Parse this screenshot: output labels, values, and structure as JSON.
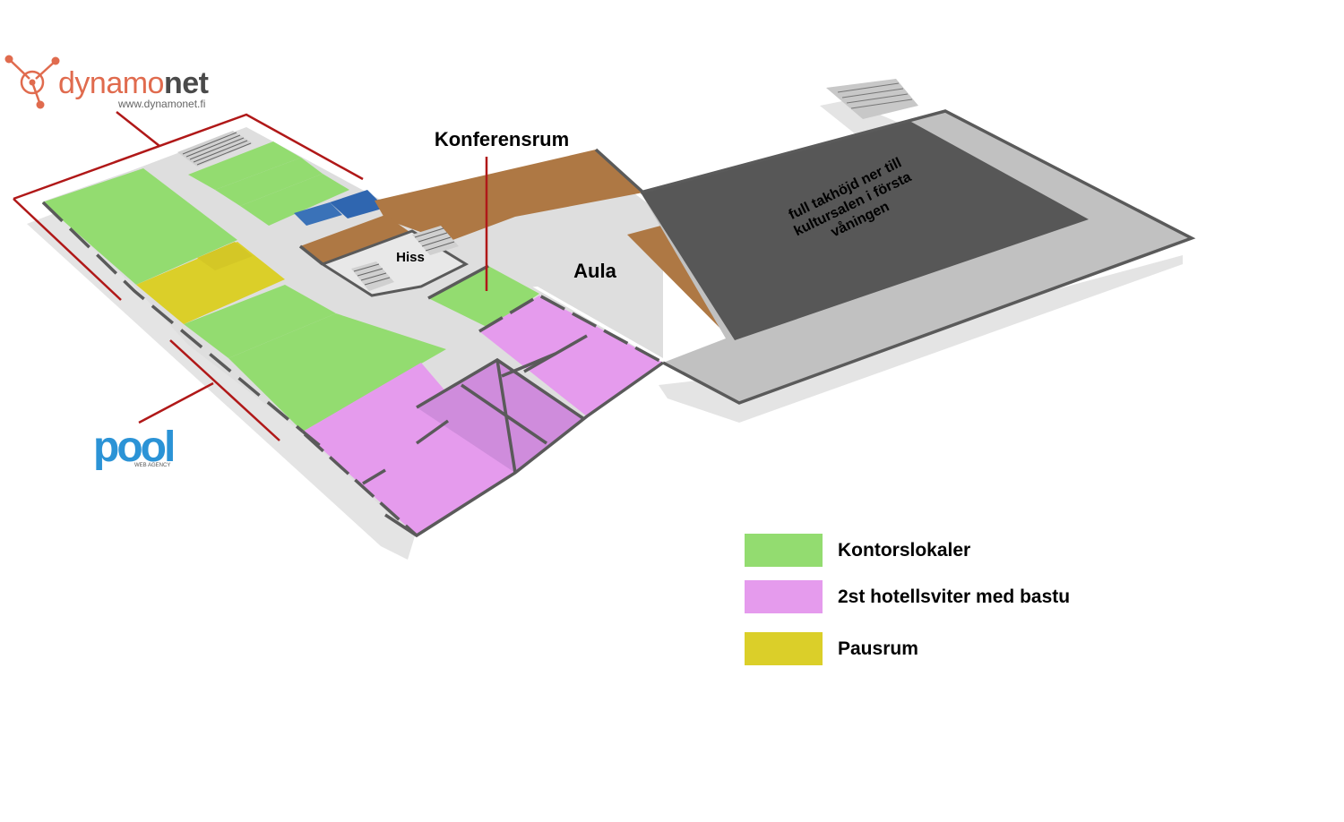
{
  "logos": {
    "dynamonet": {
      "name_part1": "dynamo",
      "name_part2": "net",
      "url": "www.dynamonet.fi"
    },
    "pool": {
      "name": "pool",
      "tagline": "WEB AGENCY"
    }
  },
  "labels": {
    "conference": "Konferensrum",
    "aula": "Aula",
    "elevator": "Hiss",
    "hall_note_line1": "full takhöjd ner till",
    "hall_note_line2": "kultursalen i första",
    "hall_note_line3": "våningen"
  },
  "legend": [
    {
      "label": "Kontorslokaler",
      "color": "#93dc70"
    },
    {
      "label": "2st hotellsviter med bastu",
      "color": "#e59bed"
    },
    {
      "label": "Pausrum",
      "color": "#dbcf29"
    }
  ],
  "colors": {
    "office": "#93dc70",
    "suite": "#e59bed",
    "suite_dark": "#cf8cdc",
    "break_room": "#dbcf29",
    "conference": "#ae7844",
    "corridor": "#dedede",
    "shadow": "#e4e4e4",
    "hall": "#575757",
    "hall_rim": "#c1c1c1",
    "storage": "#3a72b8",
    "wall": "#5a5a5a",
    "marker": "#b01818",
    "dynamonet_orange": "#e06b4e",
    "pool_blue": "#2b93d6"
  }
}
